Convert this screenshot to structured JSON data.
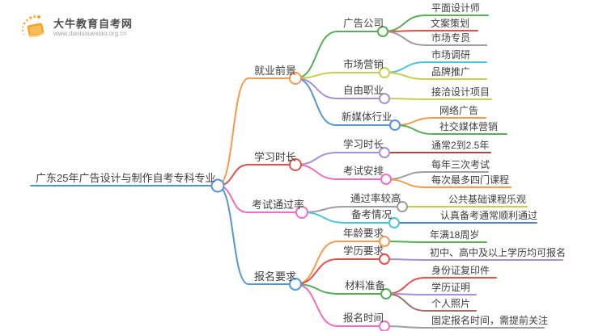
{
  "logo": {
    "site_name": "大牛教育自考网",
    "site_url": "www.daniuxuexiao.org.cn",
    "icon": "book-rays-icon",
    "brand_color": "#F59B2C"
  },
  "palette": {
    "orange": "#F29B4E",
    "red": "#E0524B",
    "green": "#55B055",
    "olive": "#C9CE52",
    "purple": "#A98FD4",
    "blue": "#5596D6",
    "steel_blue": "#4A86C8",
    "cyan": "#4AC6DB",
    "pink": "#F06EBE",
    "gray": "#9E9E9E",
    "maroon": "#A14A44",
    "brown": "#9F7169",
    "root_blue": "#4E94D9",
    "text": "#3E3E3E"
  },
  "mindmap": {
    "title": "广东25年广告设计与制作自考专科专业",
    "nodes": [
      {
        "id": "root",
        "parent": null,
        "label": "广东25年广告设计与制作自考专科专业",
        "color": "#4E94D9",
        "underline": [
          38,
          269,
          230
        ],
        "circle": [
          269,
          230
        ],
        "text": [
          44,
          213
        ]
      },
      {
        "id": "jyqj",
        "parent": "root",
        "label": "就业前景",
        "color": "#F29B4E",
        "underline": [
          307,
          365,
          97
        ],
        "circle": [
          365,
          97
        ],
        "text": [
          314,
          80
        ]
      },
      {
        "id": "gggs",
        "parent": "jyqj",
        "label": "广告公司",
        "color": "#55B055",
        "underline": [
          417,
          473,
          39
        ],
        "circle": [
          473,
          39
        ],
        "text": [
          424,
          22
        ]
      },
      {
        "id": "pmsjs",
        "parent": "gggs",
        "label": "平面设计师",
        "color": "#55B055",
        "underline": [
          526,
          603,
          19
        ],
        "circle": null,
        "text": [
          533,
          3
        ]
      },
      {
        "id": "wach",
        "parent": "gggs",
        "label": "文案策划",
        "color": "#E0524B",
        "underline": [
          521,
          590,
          38
        ],
        "circle": null,
        "text": [
          532,
          22
        ]
      },
      {
        "id": "sczy",
        "parent": "gggs",
        "label": "市场专员",
        "color": "#9E9E9E",
        "underline": [
          526,
          601,
          56
        ],
        "circle": null,
        "text": [
          533,
          40
        ]
      },
      {
        "id": "scyx",
        "parent": "jyqj",
        "label": "市场营销",
        "color": "#C9CE52",
        "underline": [
          417,
          475,
          90
        ],
        "circle": [
          475,
          90
        ],
        "text": [
          424,
          73
        ]
      },
      {
        "id": "scdy",
        "parent": "scyx",
        "label": "市场调研",
        "color": "#4AC6DB",
        "underline": [
          526,
          601,
          77
        ],
        "circle": null,
        "text": [
          533,
          61
        ]
      },
      {
        "id": "pptg",
        "parent": "scyx",
        "label": "品牌推广",
        "color": "#C9CE52",
        "underline": [
          526,
          601,
          98
        ],
        "circle": null,
        "text": [
          533,
          82
        ]
      },
      {
        "id": "zyzy",
        "parent": "jyqj",
        "label": "自由职业",
        "color": "#A98FD4",
        "underline": [
          417,
          475,
          122
        ],
        "circle": [
          475,
          122
        ],
        "text": [
          424,
          105
        ]
      },
      {
        "id": "jqsj",
        "parent": "zyzy",
        "label": "接洽设计项目",
        "color": "#C9CE52",
        "underline": [
          526,
          607,
          123
        ],
        "circle": null,
        "text": [
          533,
          107
        ]
      },
      {
        "id": "xmthy",
        "parent": "jyqj",
        "label": "新媒体行业",
        "color": "#5596D6",
        "underline": [
          415,
          488,
          155
        ],
        "circle": [
          488,
          155
        ],
        "text": [
          422,
          138
        ]
      },
      {
        "id": "wlgg",
        "parent": "xmthy",
        "label": "网络广告",
        "color": "#F29B4E",
        "underline": [
          536,
          600,
          146
        ],
        "circle": null,
        "text": [
          543,
          130
        ]
      },
      {
        "id": "sjmt",
        "parent": "xmthy",
        "label": "社交媒体营销",
        "color": "#55B055",
        "underline": [
          536,
          626,
          166
        ],
        "circle": null,
        "text": [
          543,
          150
        ]
      },
      {
        "id": "xxsc",
        "parent": "root",
        "label": "学习时长",
        "color": "#E0524B",
        "underline": [
          307,
          365,
          204
        ],
        "circle": [
          365,
          204
        ],
        "text": [
          314,
          187
        ]
      },
      {
        "id": "xxsc2",
        "parent": "xxsc",
        "label": "学习时长",
        "color": "#A98FD4",
        "underline": [
          417,
          475,
          189
        ],
        "circle": [
          475,
          189
        ],
        "text": [
          424,
          172
        ]
      },
      {
        "id": "tc25",
        "parent": "xxsc2",
        "label": "通常2到2.5年",
        "color": "#A14A44",
        "underline": [
          526,
          606,
          189
        ],
        "circle": null,
        "text": [
          533,
          173
        ]
      },
      {
        "id": "ksap",
        "parent": "xxsc",
        "label": "考试安排",
        "color": "#F06EBE",
        "underline": [
          417,
          477,
          222
        ],
        "circle": [
          477,
          222
        ],
        "text": [
          424,
          205
        ]
      },
      {
        "id": "mnsc",
        "parent": "ksap",
        "label": "每年三次考试",
        "color": "#9E9E9E",
        "underline": [
          526,
          603,
          213
        ],
        "circle": null,
        "text": [
          533,
          197
        ]
      },
      {
        "id": "mczd",
        "parent": "ksap",
        "label": "每次最多四门课程",
        "color": "#F29B4E",
        "underline": [
          526,
          631,
          232
        ],
        "circle": null,
        "text": [
          533,
          216
        ]
      },
      {
        "id": "kstgl",
        "parent": "root",
        "label": "考试通过率",
        "color": "#F06EBE",
        "underline": [
          305,
          373,
          263
        ],
        "circle": [
          373,
          263
        ],
        "text": [
          311,
          246
        ]
      },
      {
        "id": "tgljg",
        "parent": "kstgl",
        "label": "通过率较高",
        "color": "#9E9E9E",
        "underline": [
          427,
          497,
          256
        ],
        "circle": [
          497,
          256
        ],
        "text": [
          433,
          239
        ]
      },
      {
        "id": "ggjc",
        "parent": "tgljg",
        "label": "公共基础课程乐观",
        "color": "#C9CE52",
        "underline": [
          547,
          651,
          256
        ],
        "circle": null,
        "text": [
          554,
          240
        ]
      },
      {
        "id": "bkqk",
        "parent": "kstgl",
        "label": "备考情况",
        "color": "#4AC6DB",
        "underline": [
          427,
          487,
          276
        ],
        "circle": [
          487,
          276
        ],
        "text": [
          434,
          259
        ]
      },
      {
        "id": "rzbk",
        "parent": "bkqk",
        "label": "认真备考通常顺利通过",
        "color": "#4A86C8",
        "underline": [
          537,
          663,
          276
        ],
        "circle": null,
        "text": [
          544,
          260
        ]
      },
      {
        "id": "bmyq",
        "parent": "root",
        "label": "报名要求",
        "color": "#5596D6",
        "underline": [
          307,
          365,
          352
        ],
        "circle": [
          365,
          352
        ],
        "text": [
          314,
          335
        ]
      },
      {
        "id": "nlyq",
        "parent": "bmyq",
        "label": "年龄要求",
        "color": "#F29B4E",
        "underline": [
          417,
          475,
          299
        ],
        "circle": [
          475,
          299
        ],
        "text": [
          424,
          282
        ]
      },
      {
        "id": "nm18",
        "parent": "nlyq",
        "label": "年满18周岁",
        "color": "#55B055",
        "underline": [
          524,
          601,
          300
        ],
        "circle": null,
        "text": [
          531,
          284
        ]
      },
      {
        "id": "xlyq",
        "parent": "bmyq",
        "label": "学历要求",
        "color": "#E0524B",
        "underline": [
          417,
          475,
          321
        ],
        "circle": [
          475,
          321
        ],
        "text": [
          424,
          304
        ]
      },
      {
        "id": "czgz",
        "parent": "xlyq",
        "label": "初中、高中及以上学历均可报名",
        "color": "#A98FD4",
        "underline": [
          524,
          695,
          322
        ],
        "circle": null,
        "text": [
          531,
          306
        ]
      },
      {
        "id": "clzb",
        "parent": "bmyq",
        "label": "材料准备",
        "color": "#55B055",
        "underline": [
          419,
          477,
          364
        ],
        "circle": [
          477,
          364
        ],
        "text": [
          426,
          347
        ]
      },
      {
        "id": "sfz",
        "parent": "clzb",
        "label": "身份证复印件",
        "color": "#E0524B",
        "underline": [
          526,
          613,
          344
        ],
        "circle": null,
        "text": [
          533,
          328
        ]
      },
      {
        "id": "xlzm",
        "parent": "clzb",
        "label": "学历证明",
        "color": "#A98FD4",
        "underline": [
          526,
          588,
          365
        ],
        "circle": null,
        "text": [
          533,
          349
        ]
      },
      {
        "id": "grzp",
        "parent": "clzb",
        "label": "个人照片",
        "color": "#9F7169",
        "underline": [
          526,
          588,
          385
        ],
        "circle": null,
        "text": [
          533,
          369
        ]
      },
      {
        "id": "bmsj",
        "parent": "bmyq",
        "label": "报名时间",
        "color": "#F06EBE",
        "underline": [
          417,
          475,
          404
        ],
        "circle": [
          475,
          404
        ],
        "text": [
          424,
          387
        ]
      },
      {
        "id": "gdbm",
        "parent": "bmsj",
        "label": "固定报名时间，需提前关注",
        "color": "#9E9E9E",
        "underline": [
          526,
          672,
          406
        ],
        "circle": null,
        "text": [
          533,
          390
        ]
      }
    ]
  }
}
